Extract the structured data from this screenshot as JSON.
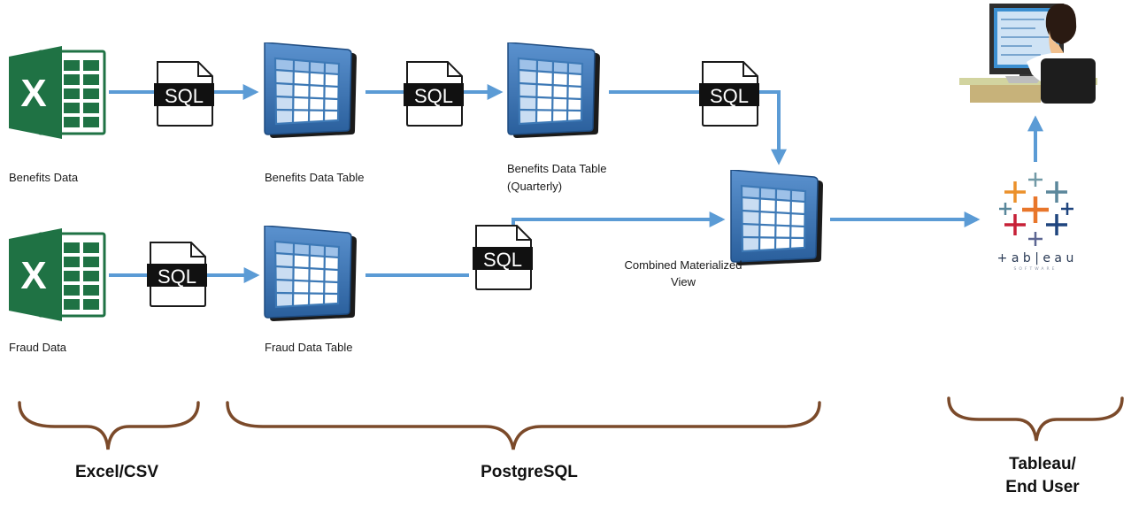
{
  "icons": {
    "excel": "excel-file-icon",
    "sql": "sql-script-icon",
    "table": "database-table-icon",
    "tableau": "tableau-logo-icon",
    "user": "end-user-computer-icon"
  },
  "colors": {
    "arrow": "#5b9bd5",
    "excel_green": "#1f7244",
    "table_blue": "#3d79b6",
    "brace": "#7b4a2a",
    "text": "#1a1a1a"
  },
  "sql_label": "SQL",
  "excel_letter": "X",
  "nodes": {
    "benefits_data": "Benefits Data",
    "fraud_data": "Fraud Data",
    "benefits_table": "Benefits Data Table",
    "fraud_table": "Fraud Data Table",
    "benefits_quarterly_line1": "Benefits Data Table",
    "benefits_quarterly_line2": "(Quarterly)",
    "combined_line1": "Combined Materialized",
    "combined_line2": "View"
  },
  "tableau": {
    "wordmark": "+ a b | e a u",
    "sub": "SOFTWARE"
  },
  "groups": {
    "excel": "Excel/CSV",
    "postgres": "PostgreSQL",
    "tableau_line1": "Tableau/",
    "tableau_line2": "End User"
  }
}
